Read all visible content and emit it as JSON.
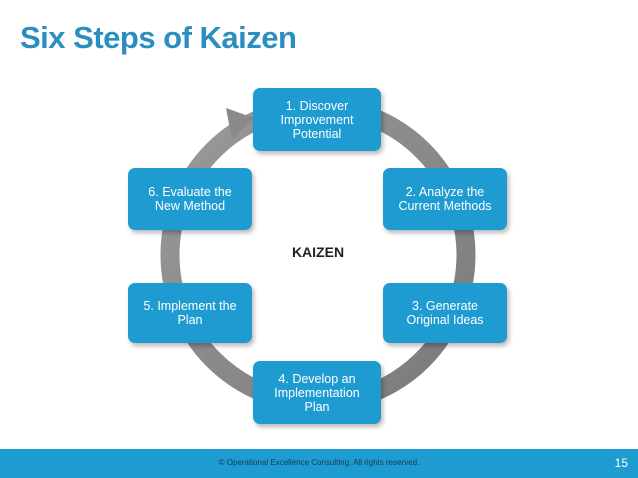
{
  "title": "Six Steps of Kaizen",
  "center_label": "KAIZEN",
  "steps": [
    {
      "label": "1. Discover\nImprovement\nPotential"
    },
    {
      "label": "2. Analyze the\nCurrent Methods"
    },
    {
      "label": "3. Generate\nOriginal Ideas"
    },
    {
      "label": "4. Develop an\nImplementation\nPlan"
    },
    {
      "label": "5. Implement the\nPlan"
    },
    {
      "label": "6. Evaluate the\nNew Method"
    }
  ],
  "footer": {
    "copyright": "© Operational Excellence Consulting.  All rights reserved.",
    "page_number": "15"
  },
  "colors": {
    "title": "#2a8fc0",
    "box": "#1e9bd0",
    "ring": "#8a8a8a",
    "footer": "#1e9bd0"
  }
}
